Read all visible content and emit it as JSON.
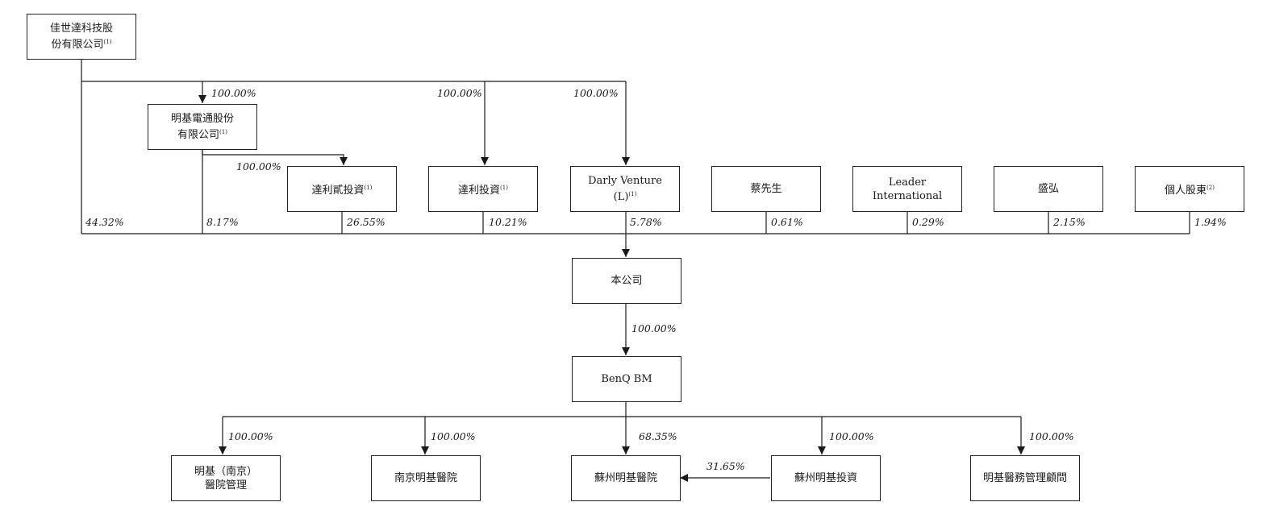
{
  "entities": {
    "jiashida": {
      "lines": [
        "佳世達科技股",
        "份有限公司"
      ],
      "note": "(1)"
    },
    "mingji_diantong": {
      "lines": [
        "明基電通股份",
        "有限公司"
      ],
      "note": "(1)"
    },
    "dali_er": {
      "lines": [
        "達利貳投資"
      ],
      "note": "(1)"
    },
    "dali": {
      "lines": [
        "達利投資"
      ],
      "note": "(1)"
    },
    "darly": {
      "lines": [
        "Darly Venture",
        "(L)"
      ],
      "note": "(1)"
    },
    "cai": {
      "lines": [
        "蔡先生"
      ],
      "note": ""
    },
    "leader": {
      "lines": [
        "Leader",
        "International"
      ],
      "note": ""
    },
    "shenghong": {
      "lines": [
        "盛弘"
      ],
      "note": ""
    },
    "individual": {
      "lines": [
        "個人股東"
      ],
      "note": "(2)"
    },
    "company": {
      "lines": [
        "本公司"
      ],
      "note": ""
    },
    "benq_bm": {
      "lines": [
        "BenQ BM"
      ],
      "note": ""
    },
    "nanjing_mgmt": {
      "lines": [
        "明基（南京）",
        "醫院管理"
      ],
      "note": ""
    },
    "nanjing_hosp": {
      "lines": [
        "南京明基醫院"
      ],
      "note": ""
    },
    "suzhou_hosp": {
      "lines": [
        "蘇州明基醫院"
      ],
      "note": ""
    },
    "suzhou_inv": {
      "lines": [
        "蘇州明基投資"
      ],
      "note": ""
    },
    "consulting": {
      "lines": [
        "明基醫務管理顧問"
      ],
      "note": ""
    }
  },
  "percentages": {
    "jiashida_to_mingji": "100.00%",
    "jiashida_to_dali": "100.00%",
    "jiashida_to_darly": "100.00%",
    "mingji_to_dali_er": "100.00%",
    "jiashida_to_company": "44.32%",
    "mingji_to_company": "8.17%",
    "dali_er_to_company": "26.55%",
    "dali_to_company": "10.21%",
    "darly_to_company": "5.78%",
    "cai_to_company": "0.61%",
    "leader_to_company": "0.29%",
    "shenghong_to_company": "2.15%",
    "individual_to_company": "1.94%",
    "company_to_benq": "100.00%",
    "benq_to_nanjing_mgmt": "100.00%",
    "benq_to_nanjing_hosp": "100.00%",
    "benq_to_suzhou_hosp": "68.35%",
    "benq_to_suzhou_inv": "100.00%",
    "benq_to_consulting": "100.00%",
    "suzhou_inv_to_suzhou_hosp": "31.65%"
  }
}
